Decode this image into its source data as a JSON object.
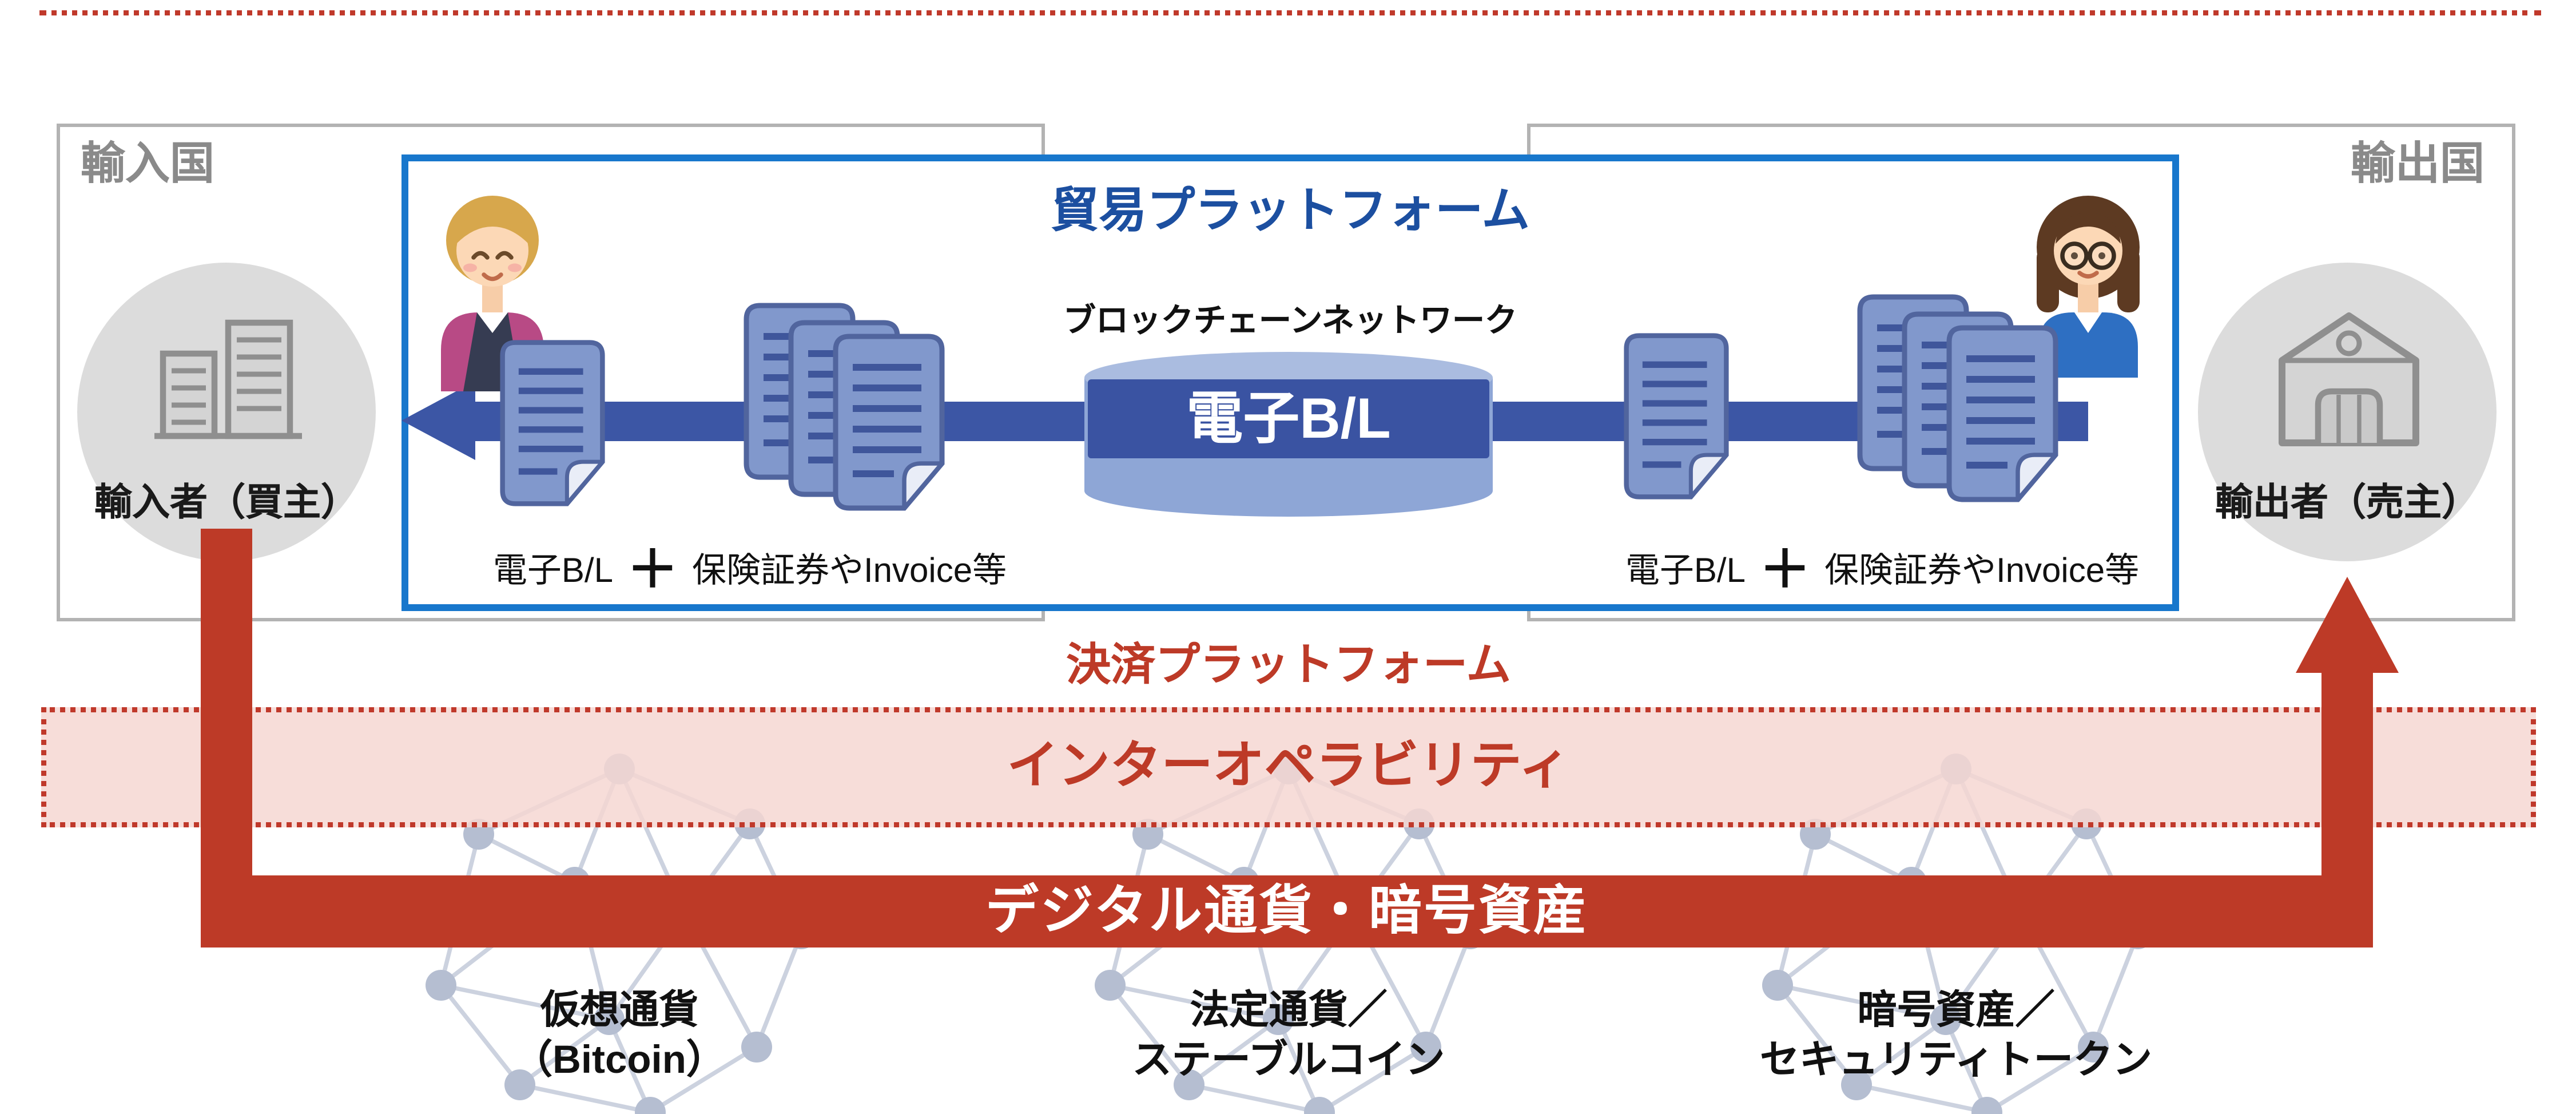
{
  "import_side": {
    "country": "輸入国",
    "party": "輸入者（買主）"
  },
  "export_side": {
    "country": "輸出国",
    "party": "輸出者（売主）"
  },
  "trade_platform": {
    "title": "貿易プラットフォーム",
    "blockchain_label": "ブロックチェーンネットワーク",
    "ebl": "電子B/L",
    "caption_doc": "電子B/L",
    "caption_plus": "＋",
    "caption_extra": "保険証券やInvoice等"
  },
  "settlement": {
    "title": "決済プラットフォーム",
    "interoperability": "インターオペラビリティ",
    "ribbon": "デジタル通貨・暗号資産",
    "networks": [
      {
        "line1": "仮想通貨",
        "line2": "（Bitcoin）"
      },
      {
        "line1": "法定通貨／",
        "line2": "ステーブルコイン"
      },
      {
        "line1": "暗号資産／",
        "line2": "セキュリティトークン"
      }
    ]
  },
  "colors": {
    "red": "#bd3a27",
    "pink_band": "#f6d7d2",
    "platform_border_blue": "#1877cc",
    "title_blue": "#1c4fa0",
    "arrow_blue": "#3c56a5",
    "document_blue": "#8198cc",
    "cylinder_blue": "#8ea6d6",
    "gray_label": "#8a8a8a"
  }
}
